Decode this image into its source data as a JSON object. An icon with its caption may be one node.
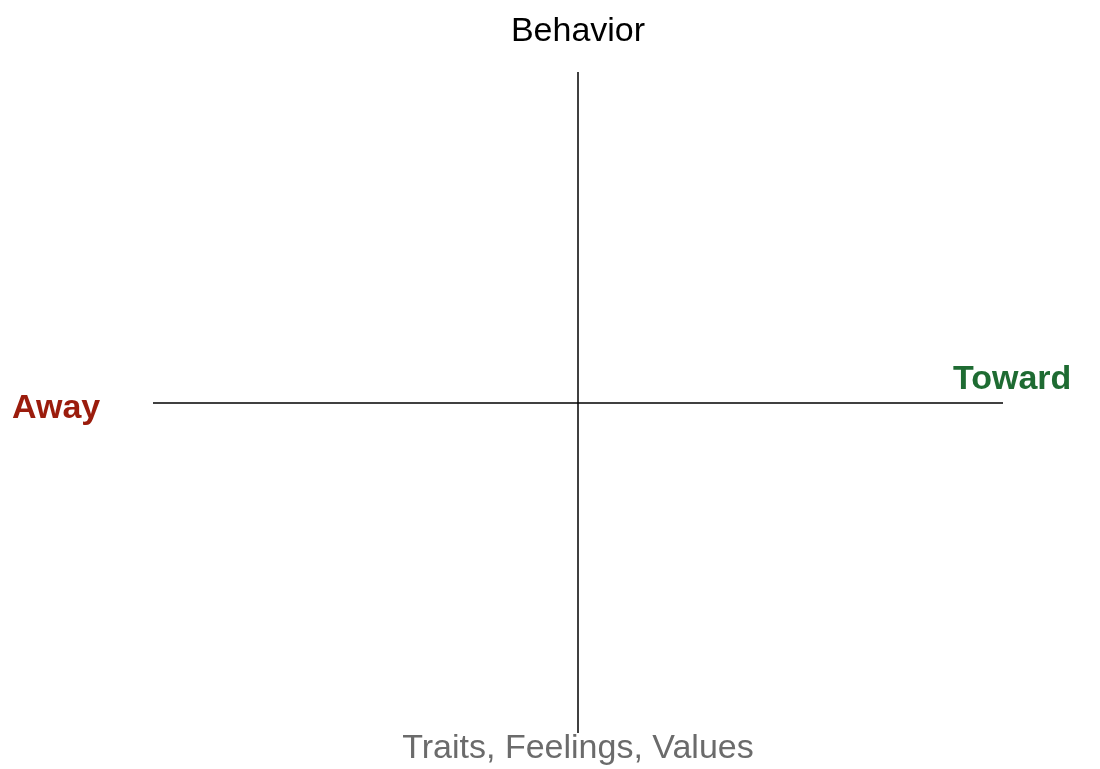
{
  "diagram": {
    "labels": [
      "Behavior",
      "Away",
      "Toward",
      "Traits, Feelings, Values"
    ]
  }
}
